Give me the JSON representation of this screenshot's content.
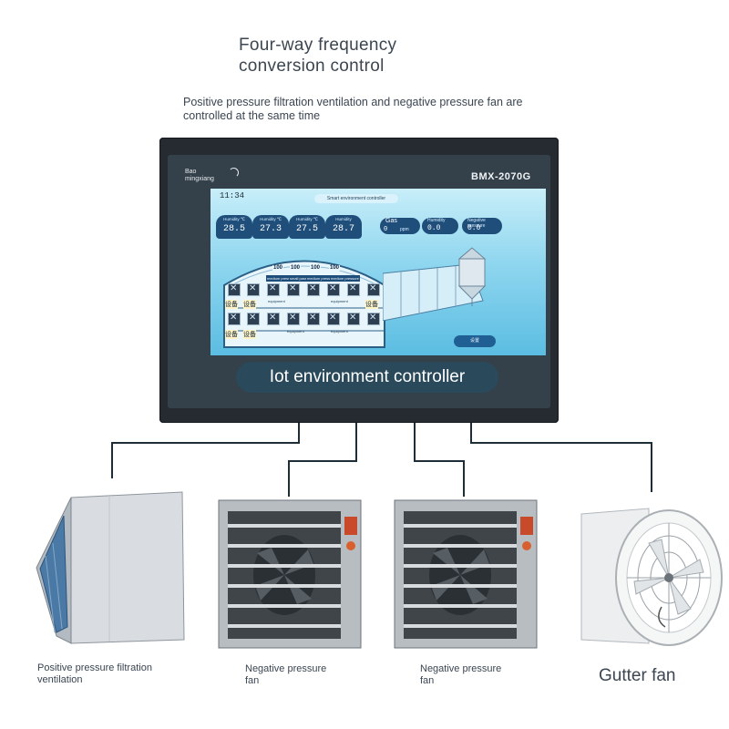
{
  "headline": {
    "line1": "Four-way frequency",
    "line2": "conversion control"
  },
  "subtitle": {
    "line1": "Positive pressure filtration ventilation and negative pressure fan are",
    "line2": "controlled at the same time"
  },
  "controller": {
    "brand_line1": "Bao",
    "brand_line2": "mingxiang",
    "model": "BMX-2070G",
    "caption": "Iot environment controller",
    "screen": {
      "clock": "11:34",
      "title": "Smart environment controller",
      "gauges": [
        {
          "label": "Humidity ℃",
          "value": "28.5"
        },
        {
          "label": "Humidity ℃",
          "value": "27.3"
        },
        {
          "label": "Humidity ℃",
          "value": "27.5"
        },
        {
          "label": "Humidity",
          "value": "28.7"
        }
      ],
      "gas": {
        "label": "Gas",
        "value": "0",
        "unit": "ppm"
      },
      "humidity_reading": {
        "label": "Humidity",
        "value": "0.0"
      },
      "negative_pressure": {
        "label": "Negative pressure",
        "value": "0.0"
      },
      "fan_percentages": [
        "100",
        "100",
        "100",
        "100"
      ],
      "fan_labels": [
        "medium pressure",
        "small pass",
        "medium pressure",
        "medium pressure"
      ],
      "equipment_label": "设备",
      "equipment_tags": [
        "equipment",
        "equipment",
        "equipment",
        "equipment"
      ],
      "settings_button": "设置"
    }
  },
  "devices": [
    {
      "name": "positive-filtration",
      "label_line1": "Positive pressure filtration",
      "label_line2": "ventilation"
    },
    {
      "name": "negative-fan-1",
      "label_line1": "Negative pressure",
      "label_line2": "fan"
    },
    {
      "name": "negative-fan-2",
      "label_line1": "Negative pressure",
      "label_line2": "fan"
    },
    {
      "name": "gutter-fan",
      "label_line1": "Gutter fan",
      "label_line2": ""
    }
  ],
  "colors": {
    "housing": "#262b31",
    "screen_top": "#c8eef9",
    "screen_bottom": "#5bbde2",
    "caption_bar": "#2a4a5c",
    "wire": "#1e2e38"
  }
}
